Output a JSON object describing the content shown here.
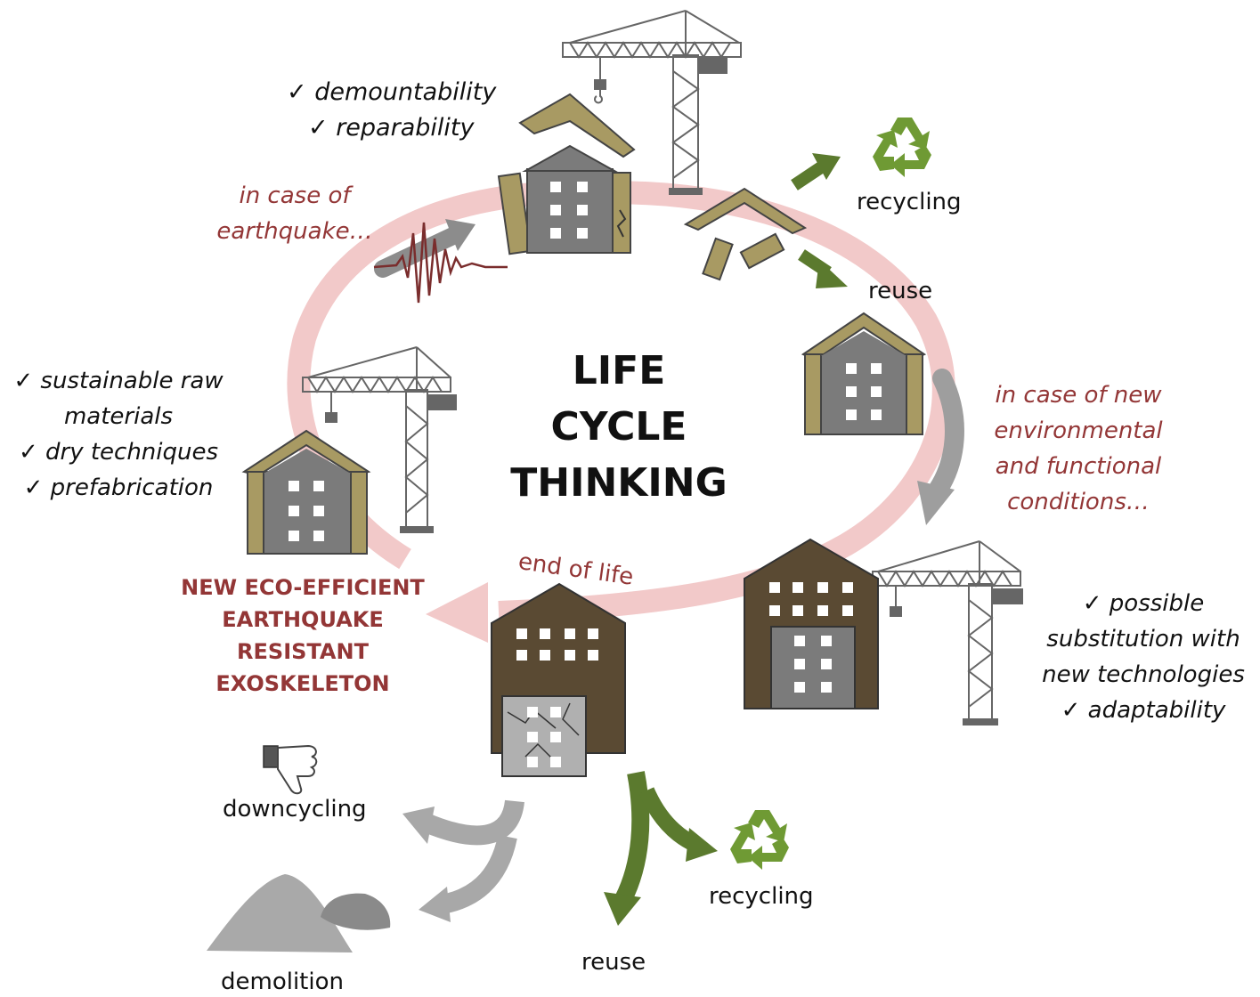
{
  "center_title": [
    "LIFE",
    "CYCLE",
    "THINKING"
  ],
  "new_building_title": [
    "NEW ECO-EFFICIENT",
    "EARTHQUAKE",
    "RESISTANT",
    "EXOSKELETON"
  ],
  "checklists": {
    "top": [
      "✓ demountability",
      "✓ reparability"
    ],
    "left": [
      "✓ sustainable raw",
      "materials",
      "✓ dry techniques",
      "✓ prefabrication"
    ],
    "right": [
      "✓ possible",
      "substitution with",
      "new technologies",
      "✓ adaptability"
    ]
  },
  "conditions": {
    "earthquake": [
      "in case of",
      "earthquake…"
    ],
    "new_conditions": [
      "in case of new",
      "environmental",
      "and functional",
      "conditions…"
    ],
    "end_of_life": "end of life"
  },
  "outcomes": {
    "top_recycling": "recycling",
    "top_reuse": "reuse",
    "bottom_recycling": "recycling",
    "bottom_reuse": "reuse",
    "downcycling": "downcycling",
    "demolition": "demolition"
  },
  "colors": {
    "cycle_arrow": "#f2c9c9",
    "condition_text": "#933636",
    "reuse_arrow": "#5b7a2e",
    "grey_arrow": "#9e9e9e",
    "exoskeleton": "#a89a63",
    "dark_exoskeleton": "#5a4a33",
    "building": "#7b7b7b"
  },
  "icons": [
    "recycle-icon",
    "thumbs-down-icon",
    "crane-icon",
    "seismic-wave-icon"
  ]
}
